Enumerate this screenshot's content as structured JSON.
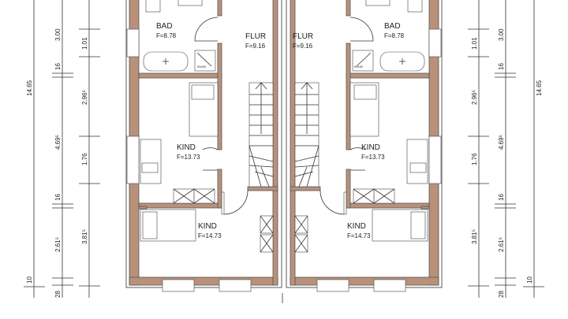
{
  "colors": {
    "wall": "#b9917a",
    "line": "#333333"
  },
  "rooms": {
    "bad": {
      "name": "BAD",
      "area": "F=8.78"
    },
    "flur": {
      "name": "FLUR",
      "area": "F=9.16"
    },
    "kind1": {
      "name": "KIND",
      "area": "F=13.73"
    },
    "kind2": {
      "name": "KIND",
      "area": "F=14.73"
    },
    "shower": "90x90"
  },
  "dimensions": {
    "total": "14.65",
    "outer": [
      "3.00",
      "16",
      "4.69⁵",
      "16",
      "2.61⁵",
      "10",
      "28"
    ],
    "inner": [
      "1.01",
      "2.96⁵",
      "1.76",
      "3.81⁵"
    ]
  }
}
